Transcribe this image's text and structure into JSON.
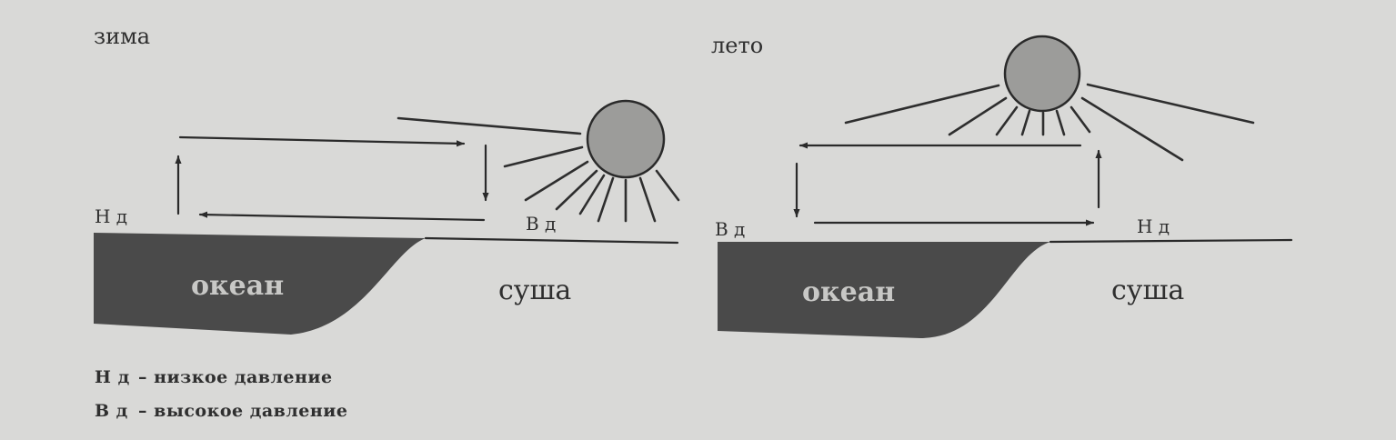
{
  "panels": {
    "winter": {
      "title": "зима",
      "left_pressure": "Н д",
      "right_pressure": "В д",
      "ocean_label": "океан",
      "land_label": "суша"
    },
    "summer": {
      "title": "лето",
      "left_pressure": "В д",
      "right_pressure": "Н д",
      "ocean_label": "океан",
      "land_label": "суша"
    }
  },
  "legend": {
    "low": {
      "symbol": "Н д",
      "text": "– низкое давление"
    },
    "high": {
      "symbol": "В д",
      "text": "– высокое давление"
    }
  },
  "colors": {
    "background": "#d9d9d7",
    "ocean": "#4a4a4a",
    "sun": "#9c9c9a",
    "ink": "#2a2a2a"
  }
}
